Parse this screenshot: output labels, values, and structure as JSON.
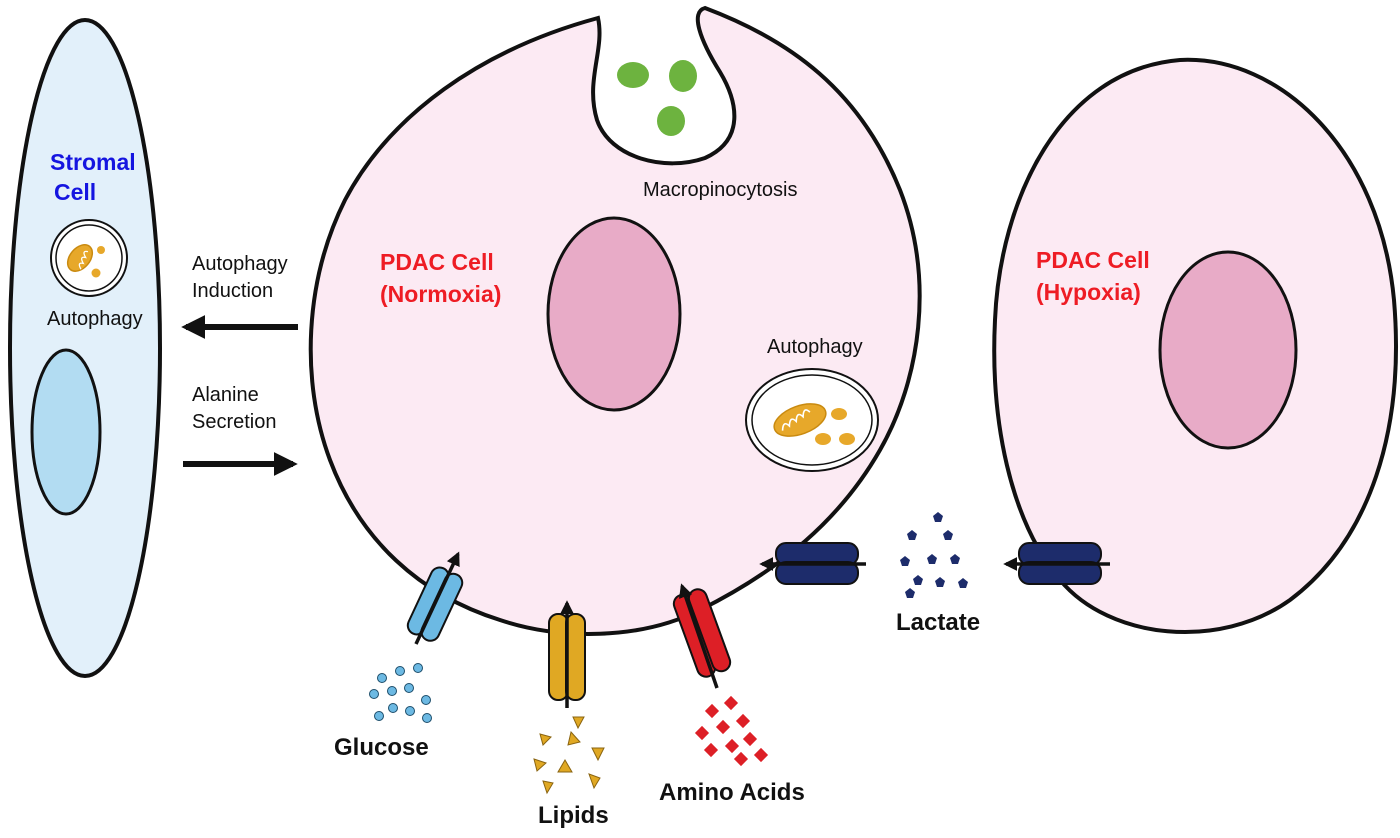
{
  "colors": {
    "stromal_fill": "#e2f0fa",
    "stromal_nucleus": "#b2dcf2",
    "pdac_fill": "#fceaf3",
    "pdac_nucleus": "#e8abc7",
    "outline": "#111111",
    "stromal_title": "#1515e0",
    "pdac_title": "#ee1c24",
    "glucose": "#6cb9e3",
    "lipid": "#e0a823",
    "amino_acid": "#dd1f26",
    "lactate": "#1d2c6b",
    "macropinosome": "#6db33f",
    "mitochondrion": "#e7a82a"
  },
  "stromal_cell": {
    "title_line1": "Stromal",
    "title_line2": "Cell",
    "autophagy_label": "Autophagy"
  },
  "arrows": {
    "autophagy_induction_line1": "Autophagy",
    "autophagy_induction_line2": "Induction",
    "alanine_secretion_line1": "Alanine",
    "alanine_secretion_line2": "Secretion"
  },
  "pdac_normoxia": {
    "title_line1": "PDAC Cell",
    "title_line2": "(Normoxia)",
    "macropinocytosis_label": "Macropinocytosis",
    "autophagy_label": "Autophagy"
  },
  "pdac_hypoxia": {
    "title_line1": "PDAC Cell",
    "title_line2": "(Hypoxia)"
  },
  "nutrients": {
    "glucose": "Glucose",
    "lipids": "Lipids",
    "amino_acids": "Amino Acids",
    "lactate": "Lactate"
  },
  "icons": [
    "transporter-icon",
    "autophagosome-icon",
    "mitochondrion-icon",
    "arrow-icon"
  ]
}
